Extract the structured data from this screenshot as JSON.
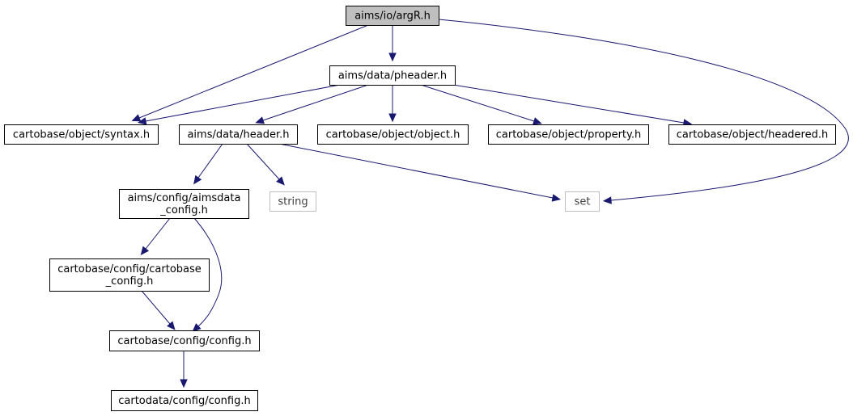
{
  "diagram": {
    "colors": {
      "edge": "#191970",
      "root_fill": "#bfbfbf",
      "node_fill": "#ffffff",
      "node_stroke": "#000000",
      "external_stroke": "#bfbfbf",
      "external_text": "#404040",
      "text": "#000000"
    },
    "nodes": [
      {
        "id": "argR",
        "lines": [
          "aims/io/argR.h"
        ],
        "kind": "root"
      },
      {
        "id": "pheader",
        "lines": [
          "aims/data/pheader.h"
        ],
        "kind": "normal"
      },
      {
        "id": "syntax",
        "lines": [
          "cartobase/object/syntax.h"
        ],
        "kind": "normal"
      },
      {
        "id": "header",
        "lines": [
          "aims/data/header.h"
        ],
        "kind": "normal"
      },
      {
        "id": "object",
        "lines": [
          "cartobase/object/object.h"
        ],
        "kind": "normal"
      },
      {
        "id": "property",
        "lines": [
          "cartobase/object/property.h"
        ],
        "kind": "normal"
      },
      {
        "id": "headered",
        "lines": [
          "cartobase/object/headered.h"
        ],
        "kind": "normal"
      },
      {
        "id": "aimsdata_config",
        "lines": [
          "aims/config/aimsdata",
          "_config.h"
        ],
        "kind": "normal"
      },
      {
        "id": "string",
        "lines": [
          "string"
        ],
        "kind": "external"
      },
      {
        "id": "set",
        "lines": [
          "set"
        ],
        "kind": "external"
      },
      {
        "id": "cartobase_config",
        "lines": [
          "cartobase/config/cartobase",
          "_config.h"
        ],
        "kind": "normal"
      },
      {
        "id": "config",
        "lines": [
          "cartobase/config/config.h"
        ],
        "kind": "normal"
      },
      {
        "id": "cartodata_config",
        "lines": [
          "cartodata/config/config.h"
        ],
        "kind": "normal"
      }
    ],
    "edges": [
      {
        "from": "argR",
        "to": "pheader"
      },
      {
        "from": "argR",
        "to": "syntax"
      },
      {
        "from": "argR",
        "to": "set"
      },
      {
        "from": "pheader",
        "to": "syntax"
      },
      {
        "from": "pheader",
        "to": "header"
      },
      {
        "from": "pheader",
        "to": "object"
      },
      {
        "from": "pheader",
        "to": "property"
      },
      {
        "from": "pheader",
        "to": "headered"
      },
      {
        "from": "header",
        "to": "aimsdata_config"
      },
      {
        "from": "header",
        "to": "string"
      },
      {
        "from": "header",
        "to": "set"
      },
      {
        "from": "aimsdata_config",
        "to": "cartobase_config"
      },
      {
        "from": "aimsdata_config",
        "to": "config"
      },
      {
        "from": "cartobase_config",
        "to": "config"
      },
      {
        "from": "config",
        "to": "cartodata_config"
      }
    ]
  }
}
